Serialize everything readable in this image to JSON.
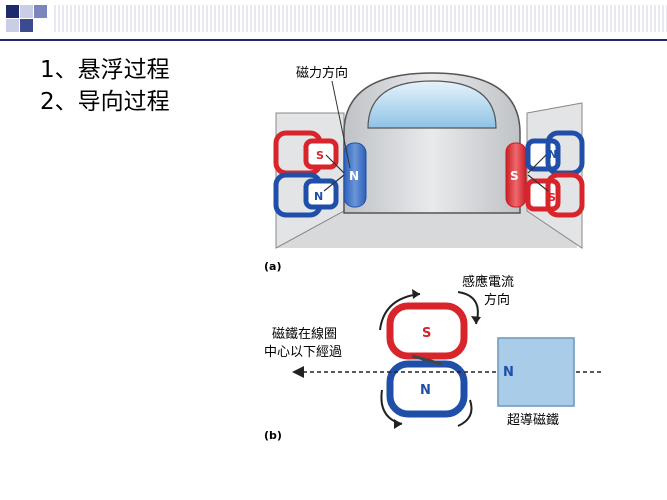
{
  "slide": {
    "items": [
      "1、悬浮过程",
      "2、导向过程"
    ]
  },
  "figure_a": {
    "force_label": "磁力方向",
    "left_coil_top": "S",
    "left_coil_bottom": "N",
    "left_magnet": "N",
    "right_magnet": "S",
    "right_coil_top": "N",
    "right_coil_bottom": "S",
    "caption": "(a)"
  },
  "figure_b": {
    "current_label_1": "感應電流",
    "current_label_2": "方向",
    "center_label_1": "磁鐵在線圈",
    "center_label_2": "中心以下經過",
    "coil_top": "S",
    "coil_bottom": "N",
    "magnet": "N",
    "magnet_label": "超導磁鐵",
    "caption": "(b)"
  },
  "colors": {
    "header_dark": "#1f2a6e",
    "header_light": "#c9cde6",
    "north_blue": "#1f4fa8",
    "south_red": "#d8242b",
    "magnet_fill": "#a9cde8"
  }
}
